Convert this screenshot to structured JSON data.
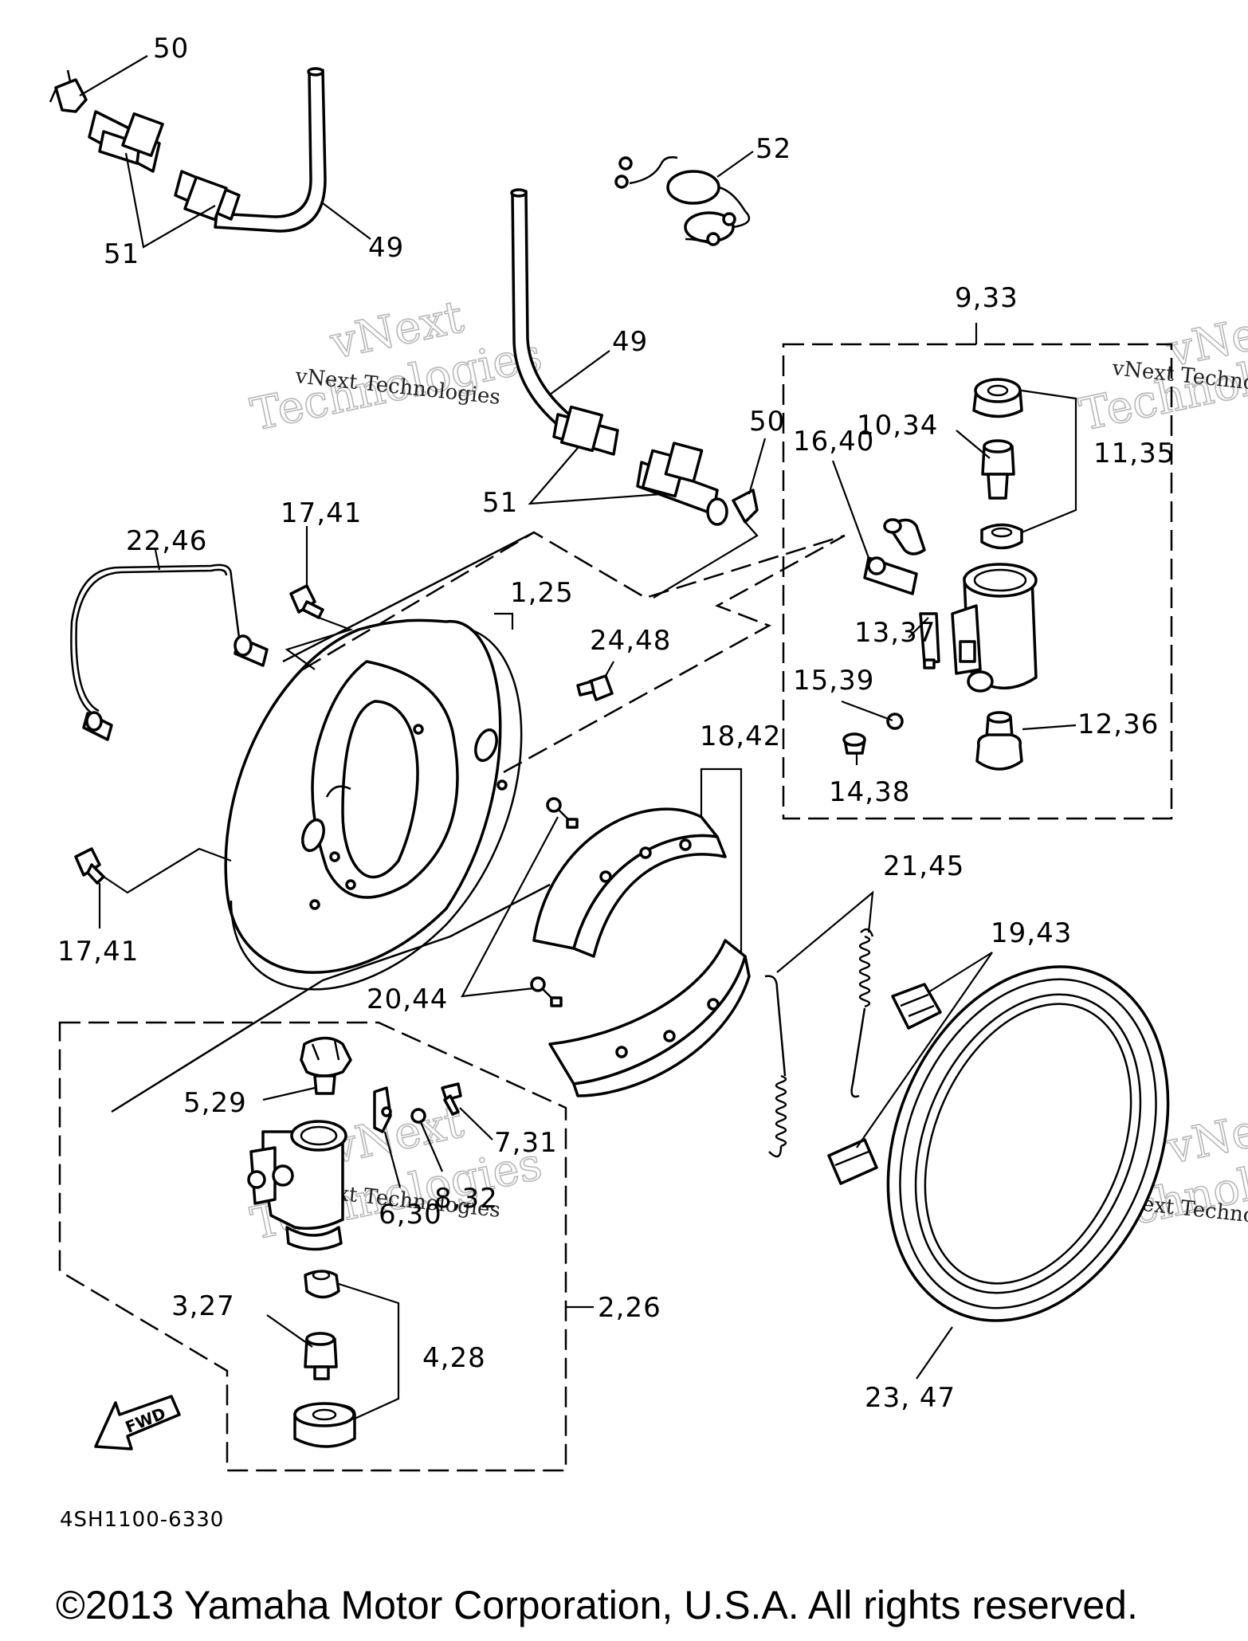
{
  "diagram": {
    "callouts": [
      {
        "id": "c50a",
        "text": "50"
      },
      {
        "id": "c51a",
        "text": "51"
      },
      {
        "id": "c49a",
        "text": "49"
      },
      {
        "id": "c52",
        "text": "52"
      },
      {
        "id": "c49b",
        "text": "49"
      },
      {
        "id": "c50b",
        "text": "50"
      },
      {
        "id": "c51b",
        "text": "51"
      },
      {
        "id": "c933",
        "text": "9,33"
      },
      {
        "id": "c1034",
        "text": "10,34"
      },
      {
        "id": "c1135",
        "text": "11,35"
      },
      {
        "id": "c1640",
        "text": "16,40"
      },
      {
        "id": "c1741a",
        "text": "17,41"
      },
      {
        "id": "c2246",
        "text": "22,46"
      },
      {
        "id": "c125",
        "text": "1,25"
      },
      {
        "id": "c2448",
        "text": "24,48"
      },
      {
        "id": "c1337",
        "text": "13,37"
      },
      {
        "id": "c1539",
        "text": "15,39"
      },
      {
        "id": "c1236",
        "text": "12,36"
      },
      {
        "id": "c1842",
        "text": "18,42"
      },
      {
        "id": "c1438",
        "text": "14,38"
      },
      {
        "id": "c2145",
        "text": "21,45"
      },
      {
        "id": "c1741b",
        "text": "17,41"
      },
      {
        "id": "c1943",
        "text": "19,43"
      },
      {
        "id": "c2044",
        "text": "20,44"
      },
      {
        "id": "c529",
        "text": "5,29"
      },
      {
        "id": "c731",
        "text": "7,31"
      },
      {
        "id": "c832",
        "text": "8,32"
      },
      {
        "id": "c630",
        "text": "6,30"
      },
      {
        "id": "c226",
        "text": "2,26"
      },
      {
        "id": "c327",
        "text": "3,27"
      },
      {
        "id": "c428",
        "text": "4,28"
      },
      {
        "id": "c2347",
        "text": "23, 47"
      }
    ],
    "fwd_label": "FWD",
    "diagram_code": "4SH1100-6330",
    "watermark_text": "vNext Technologies",
    "watermark_big_1": "vNext",
    "watermark_big_2": "Technologies"
  },
  "footer": {
    "copyright": "©2013 Yamaha Motor Corporation, U.S.A. All rights reserved."
  }
}
